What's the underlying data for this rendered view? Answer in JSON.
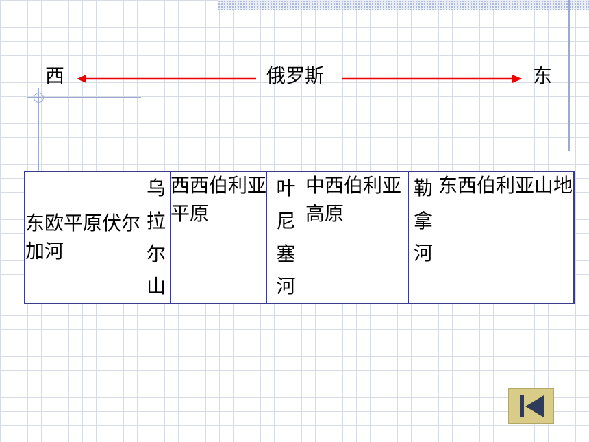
{
  "header": {
    "west": "西",
    "center": "俄罗斯",
    "east": "东"
  },
  "table": {
    "cells": [
      "东欧平原伏尔加河",
      "乌拉尔山",
      "西西伯利亚平原",
      "叶尼塞河",
      "中西伯利亚高原",
      "勒拿河",
      "东西伯利亚山地"
    ]
  },
  "colors": {
    "arrow": "#ee0000",
    "highlight_text": "#ee0000",
    "table_border": "#3b3b8c",
    "nav_button": "#d8cc88"
  },
  "nav": {
    "icon": "skip-to-first-icon"
  }
}
